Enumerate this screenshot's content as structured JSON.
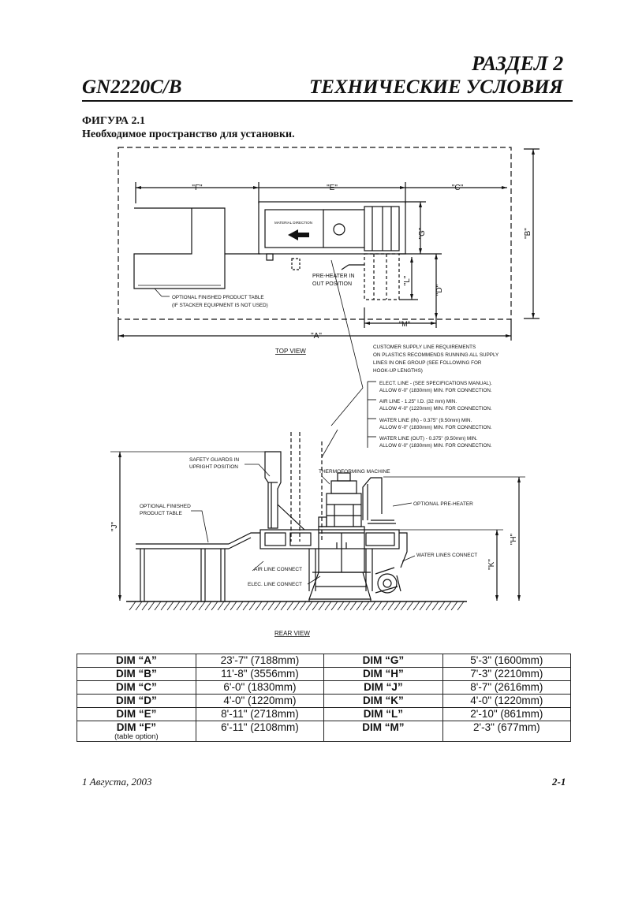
{
  "header": {
    "section": "РАЗДЕЛ 2",
    "model": "GN2220C/B",
    "title": "ТЕХНИЧЕСКИЕ УСЛОВИЯ"
  },
  "figure": {
    "label": "ФИГУРА 2.1",
    "caption": "Необходимое пространство для установки."
  },
  "drawing": {
    "top_view": {
      "dim_f": "\"F\"",
      "dim_e": "\"E\"",
      "dim_c": "\"C\"",
      "dim_b": "\"B\"",
      "dim_g": "\"G\"",
      "dim_l": "\"L\"",
      "dim_d": "\"D\"",
      "dim_m": "\"M\"",
      "dim_a": "\"A\"",
      "material_direction": "MATERIAL DIRECTION",
      "preheater_line1": "PRE-HEATER IN",
      "preheater_line2": "OUT POSITION",
      "table_line1": "OPTIONAL FINISHED PRODUCT TABLE",
      "table_line2": "(IF STACKER EQUIPMENT IS NOT USED)",
      "view_title": "TOP VIEW"
    },
    "supply": {
      "title1": "CUSTOMER SUPPLY LINE REQUIREMENTS",
      "title2": "ON PLASTICS RECOMMENDS RUNNING ALL SUPPLY",
      "title3": "LINES IN ONE GROUP (SEE FOLLOWING FOR",
      "title4": "HOOK-UP LENGTHS)",
      "elec1": "ELECT. LINE - (SEE SPECIFICATIONS MANUAL).",
      "elec2": "ALLOW 6'-0\" (1830mm) MIN. FOR CONNECTION.",
      "air1": "AIR LINE - 1.25\" I.D. (32 mm) MIN.",
      "air2": "ALLOW 4'-0\" (1220mm) MIN. FOR CONNECTION.",
      "win1": "WATER LINE (IN) - 0.375\" (9.50mm) MIN.",
      "win2": "ALLOW 6'-0\" (1830mm) MIN. FOR CONNECTION.",
      "wout1": "WATER LINE (OUT) - 0.375\" (9.50mm) MIN.",
      "wout2": "ALLOW 6'-0\" (1830mm) MIN. FOR CONNECTION."
    },
    "rear_view": {
      "guards1": "SAFETY GUARDS IN",
      "guards2": "UPRIGHT POSITION",
      "machine": "THERMOFORMING MACHINE",
      "table1": "OPTIONAL FINISHED",
      "table2": "PRODUCT TABLE",
      "preheater": "OPTIONAL PRE-HEATER",
      "dim_j": "\"J\"",
      "dim_h": "\"H\"",
      "dim_k": "\"K\"",
      "water": "WATER LINES CONNECT",
      "air": "AIR LINE CONNECT",
      "elec": "ELEC. LINE CONNECT",
      "view_title": "REAR VIEW"
    }
  },
  "dimensions": {
    "rows": [
      {
        "l1": "DIM “A”",
        "v1": "23'-7\" (7188mm)",
        "l2": "DIM “G”",
        "v2": "5'-3\" (1600mm)",
        "sub": ""
      },
      {
        "l1": "DIM “B”",
        "v1": "11'-8\" (3556mm)",
        "l2": "DIM “H”",
        "v2": "7'-3\" (2210mm)",
        "sub": ""
      },
      {
        "l1": "DIM “C”",
        "v1": "6'-0\" (1830mm)",
        "l2": "DIM “J”",
        "v2": "8'-7\" (2616mm)",
        "sub": ""
      },
      {
        "l1": "DIM “D”",
        "v1": "4'-0\" (1220mm)",
        "l2": "DIM “K”",
        "v2": "4'-0\" (1220mm)",
        "sub": ""
      },
      {
        "l1": "DIM “E”",
        "v1": "8'-11\" (2718mm)",
        "l2": "DIM “L”",
        "v2": "2'-10\" (861mm)",
        "sub": ""
      },
      {
        "l1": "DIM “F”",
        "v1": "6'-11\" (2108mm)",
        "l2": "DIM “M”",
        "v2": "2'-3\" (677mm)",
        "sub": "(table option)"
      }
    ]
  },
  "footer": {
    "date": "1 Августа, 2003",
    "page": "2-1"
  }
}
